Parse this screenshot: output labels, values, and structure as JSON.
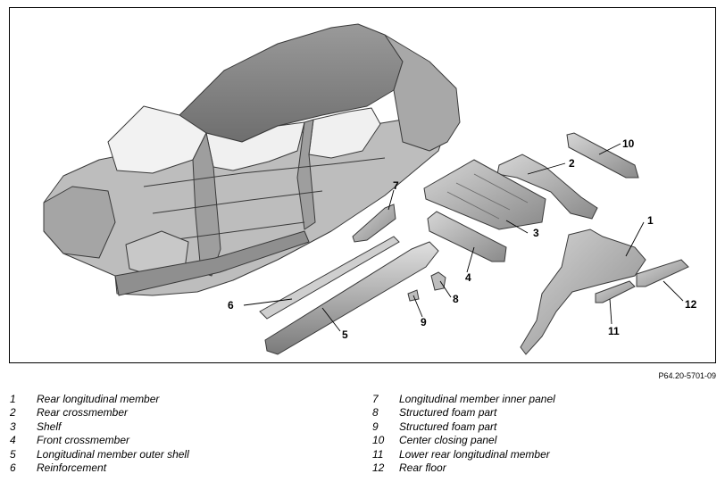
{
  "figure_ref": "P64.20-5701-09",
  "callouts": [
    "10",
    "2",
    "7",
    "1",
    "3",
    "4",
    "6",
    "5",
    "8",
    "9",
    "11",
    "12"
  ],
  "legend": {
    "left": [
      {
        "num": "1",
        "label": "Rear longitudinal member"
      },
      {
        "num": "2",
        "label": "Rear crossmember"
      },
      {
        "num": "3",
        "label": "Shelf"
      },
      {
        "num": "4",
        "label": "Front crossmember"
      },
      {
        "num": "5",
        "label": "Longitudinal member outer shell"
      },
      {
        "num": "6",
        "label": "Reinforcement"
      }
    ],
    "right": [
      {
        "num": "7",
        "label": "Longitudinal member inner panel"
      },
      {
        "num": "8",
        "label": "Structured foam part"
      },
      {
        "num": "9",
        "label": "Structured foam part"
      },
      {
        "num": "10",
        "label": "Center closing panel"
      },
      {
        "num": "11",
        "label": "Lower rear longitudinal member"
      },
      {
        "num": "12",
        "label": "Rear floor"
      }
    ]
  }
}
